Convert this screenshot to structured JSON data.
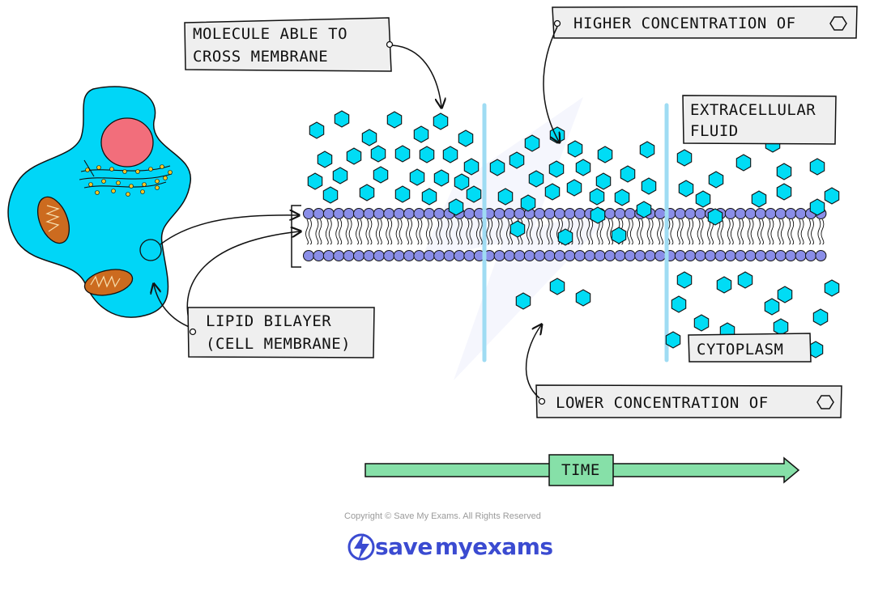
{
  "labels": {
    "molecule_line1": "MOLECULE  ABLE  TO",
    "molecule_line2": "CROSS  MEMBRANE",
    "higher": "HIGHER  CONCENTRATION  OF",
    "lower": "LOWER  CONCENTRATION  OF",
    "extracellular_line1": "EXTRACELLULAR",
    "extracellular_line2": "FLUID",
    "cytoplasm": "CYTOPLASM",
    "lipid_line1": "LIPID  BILAYER",
    "lipid_line2": "(CELL  MEMBRANE)",
    "time": "TIME"
  },
  "footer": {
    "copyright": "Copyright © Save My Exams. All Rights Reserved",
    "brand_save": "save",
    "brand_my": "my",
    "brand_exams": "exams"
  },
  "colors": {
    "molecule": "#00dcf5",
    "cell": "#00d6f7",
    "nucleus": "#f26e7b",
    "mitochondria": "#cc6b1f",
    "head": "#8a8ee8",
    "timeline": "#86e0a8",
    "divider": "#9fdcf3",
    "brand": "#3b4bd1"
  },
  "icons": {
    "molecule": "hexagon-icon",
    "logo": "lightning-bolt-icon"
  }
}
